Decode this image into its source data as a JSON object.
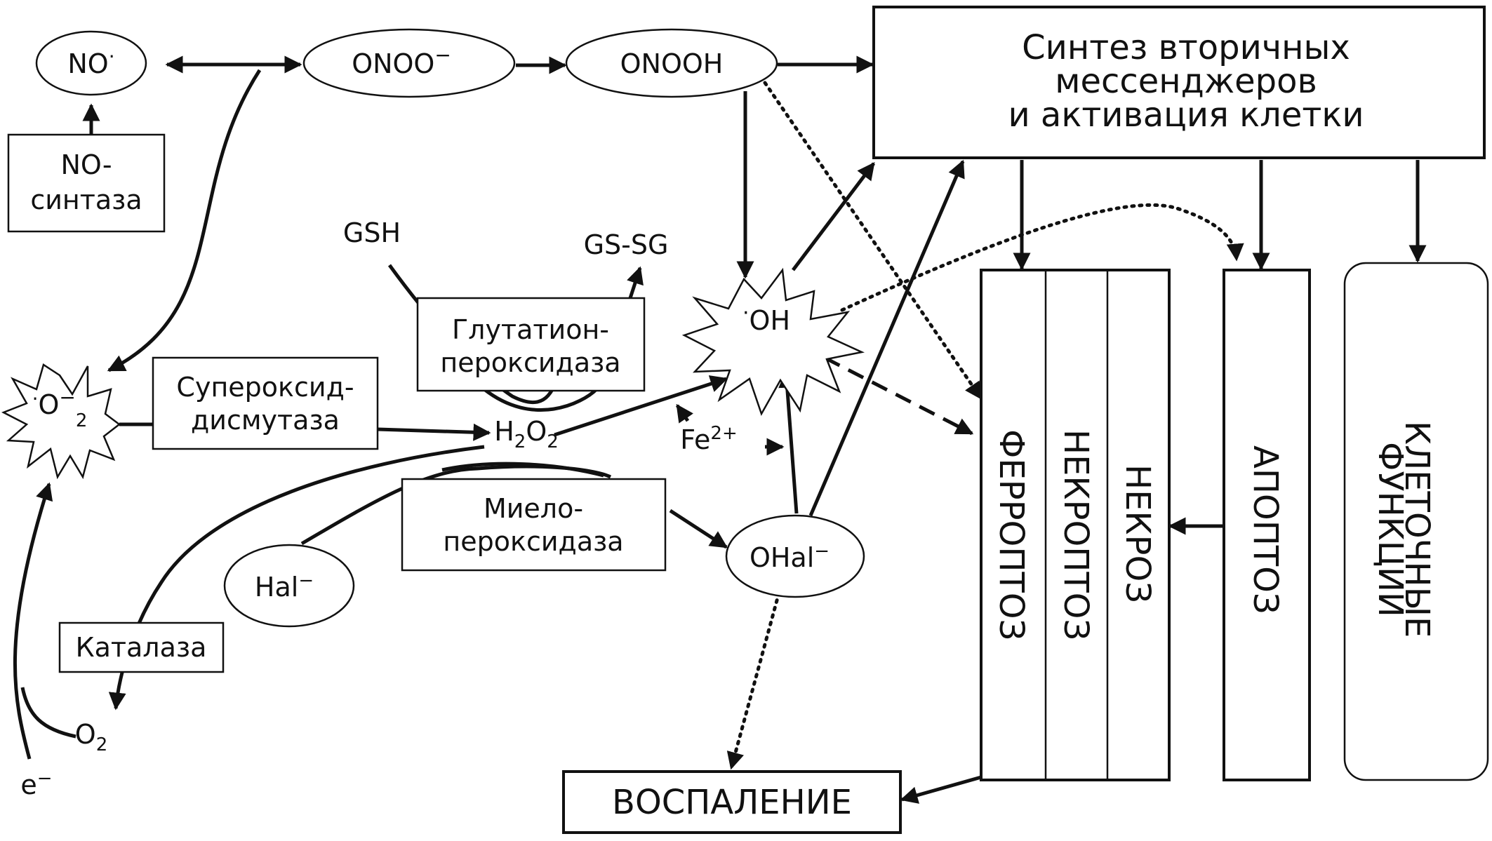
{
  "nodes": {
    "no_radical": {
      "main": "NO",
      "sup": "·"
    },
    "onoo": {
      "main": "ONOO",
      "sup": "−"
    },
    "onooh": "ONOOH",
    "no_synthase": [
      "NO-",
      "синтаза"
    ],
    "synthesis": [
      "Синтез вторичных",
      "мессенджеров",
      "и активация клетки"
    ],
    "gsh": "GSH",
    "gssg": "GS-SG",
    "glutathione_peroxidase": [
      "Глутатион-",
      "пероксидаза"
    ],
    "oh_radical": {
      "pre": "·",
      "main": "OH"
    },
    "superoxide": {
      "pre": "·",
      "main": "O",
      "sup": "−",
      "sub": "2"
    },
    "sod": [
      "Супероксид-",
      "дисмутаза"
    ],
    "h2o2": {
      "a": "H",
      "s1": "2",
      "b": "O",
      "s2": "2"
    },
    "fe": {
      "main": "Fe",
      "sup": "2+"
    },
    "myeloperoxidase": [
      "Миело-",
      "пероксидаза"
    ],
    "ohal": {
      "main": "OHal",
      "sup": "−"
    },
    "hal": {
      "main": "Hal",
      "sup": "−"
    },
    "catalase": "Каталаза",
    "o2": {
      "main": "O",
      "sub": "2"
    },
    "electron": {
      "main": "e",
      "sup": "−"
    },
    "inflammation": "ВОСПАЛЕНИЕ"
  },
  "death_columns": [
    "ФЕРРОПТОЗ",
    "НЕКРОПТОЗ",
    "НЕКРОЗ"
  ],
  "apoptosis": "АПОПТОЗ",
  "cell_functions": [
    "КЛЕТОЧНЫЕ",
    "ФУНКЦИИ"
  ]
}
